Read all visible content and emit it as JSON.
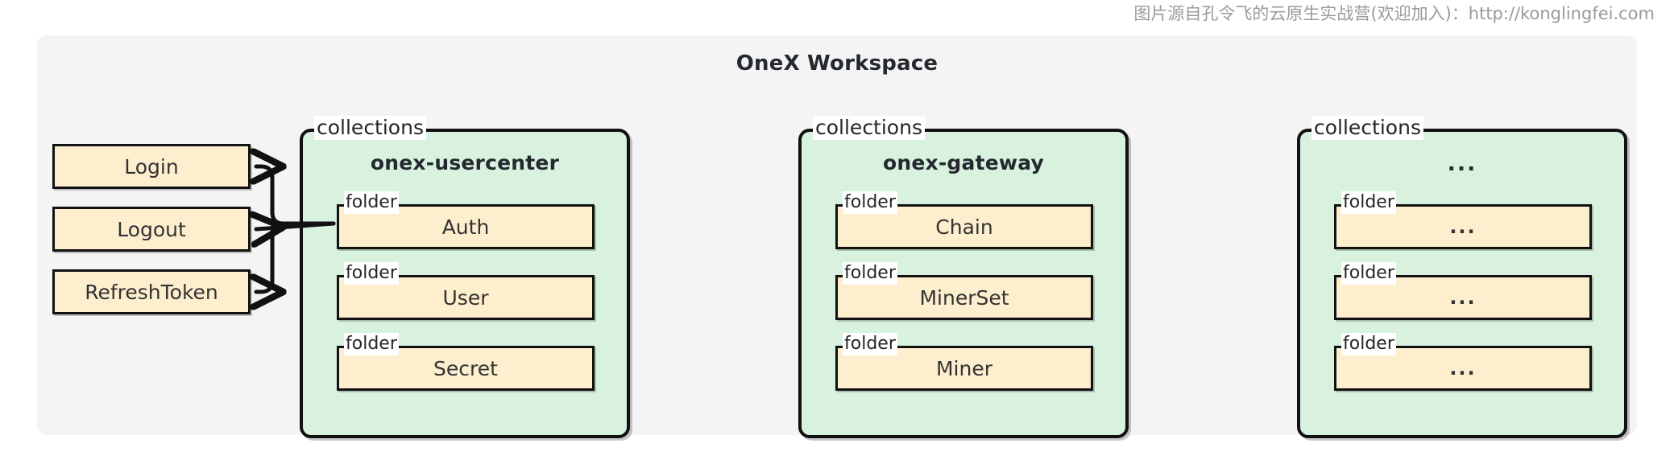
{
  "attribution": {
    "text": "图片源自孔令飞的云原生实战营(欢迎加入)：http://konglingfei.com"
  },
  "workspace": {
    "title": "OneX Workspace"
  },
  "endpoints": [
    {
      "label": "Login"
    },
    {
      "label": "Logout"
    },
    {
      "label": "RefreshToken"
    }
  ],
  "collections": [
    {
      "tag": "collections",
      "title": "onex-usercenter",
      "folders": [
        {
          "tag": "folder",
          "label": "Auth"
        },
        {
          "tag": "folder",
          "label": "User"
        },
        {
          "tag": "folder",
          "label": "Secret"
        }
      ]
    },
    {
      "tag": "collections",
      "title": "onex-gateway",
      "folders": [
        {
          "tag": "folder",
          "label": "Chain"
        },
        {
          "tag": "folder",
          "label": "MinerSet"
        },
        {
          "tag": "folder",
          "label": "Miner"
        }
      ]
    },
    {
      "tag": "collections",
      "title": "...",
      "folders": [
        {
          "tag": "folder",
          "label": "..."
        },
        {
          "tag": "folder",
          "label": "..."
        },
        {
          "tag": "folder",
          "label": "..."
        }
      ]
    }
  ],
  "colors": {
    "workspace_bg": "#f4f4f4",
    "collection_bg": "#d9f2e0",
    "folder_bg": "#fdeecd",
    "border": "#111111",
    "text": "#333333",
    "attribution_text": "#9a9a9a"
  }
}
